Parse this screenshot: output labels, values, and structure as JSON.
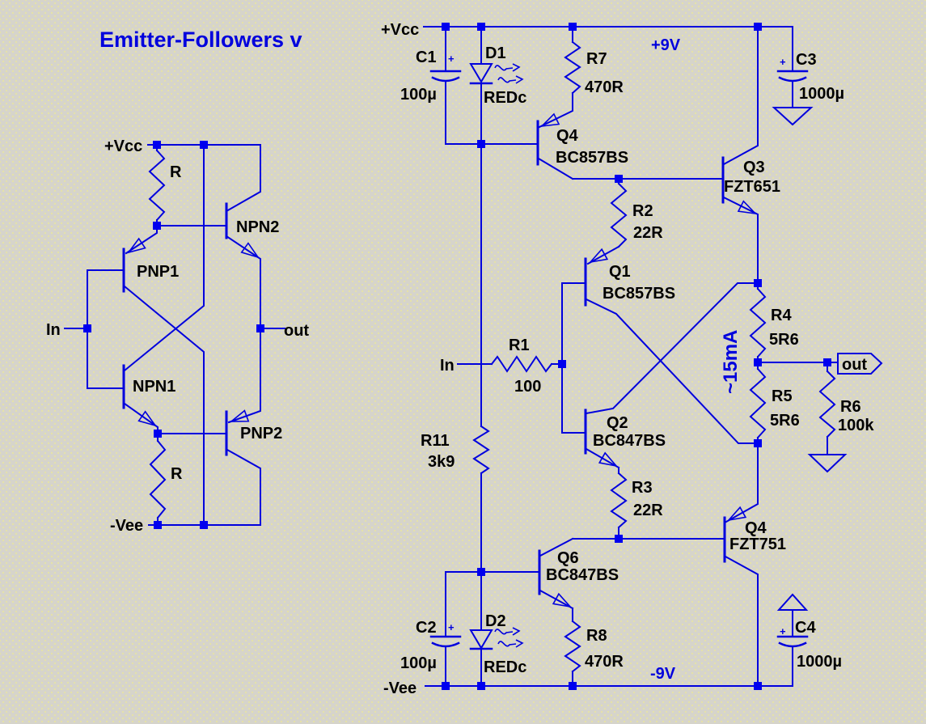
{
  "title": {
    "text": "Emitter-Followers v"
  },
  "colors": {
    "wire": "#0000dd",
    "junction": "#0000ee",
    "label": "#000000",
    "annotation": "#0000dd",
    "background": "#d6d4cb"
  },
  "left_circuit": {
    "vcc": "+Vcc",
    "vee": "-Vee",
    "in": "In",
    "out": "out",
    "r_top": "R",
    "r_bottom": "R",
    "pnp1": "PNP1",
    "npn1": "NPN1",
    "npn2": "NPN2",
    "pnp2": "PNP2"
  },
  "right_circuit": {
    "vcc": "+Vcc",
    "vee": "-Vee",
    "in": "In",
    "out_port": "out",
    "rail_pos": "+9V",
    "rail_neg": "-9V",
    "bias_note": "~15mA",
    "c1": {
      "ref": "C1",
      "value": "100µ",
      "polarity": "+"
    },
    "c2": {
      "ref": "C2",
      "value": "100µ",
      "polarity": "+"
    },
    "c3": {
      "ref": "C3",
      "value": "1000µ",
      "polarity": "+"
    },
    "c4": {
      "ref": "C4",
      "value": "1000µ",
      "polarity": "+"
    },
    "d1": {
      "ref": "D1",
      "value": "REDc"
    },
    "d2": {
      "ref": "D2",
      "value": "REDc"
    },
    "r1": {
      "ref": "R1",
      "value": "100"
    },
    "r2": {
      "ref": "R2",
      "value": "22R"
    },
    "r3": {
      "ref": "R3",
      "value": "22R"
    },
    "r4": {
      "ref": "R4",
      "value": "5R6"
    },
    "r5": {
      "ref": "R5",
      "value": "5R6"
    },
    "r6": {
      "ref": "R6",
      "value": "100k"
    },
    "r7": {
      "ref": "R7",
      "value": "470R"
    },
    "r8": {
      "ref": "R8",
      "value": "470R"
    },
    "r11": {
      "ref": "R11",
      "value": "3k9"
    },
    "q1": {
      "ref": "Q1",
      "part": "BC857BS"
    },
    "q2": {
      "ref": "Q2",
      "part": "BC847BS"
    },
    "q3": {
      "ref": "Q3",
      "part": "FZT651"
    },
    "q4_top": {
      "ref": "Q4",
      "part": "BC857BS"
    },
    "q4_bottom": {
      "ref": "Q4",
      "part": "FZT751"
    },
    "q6": {
      "ref": "Q6",
      "part": "BC847BS"
    }
  }
}
